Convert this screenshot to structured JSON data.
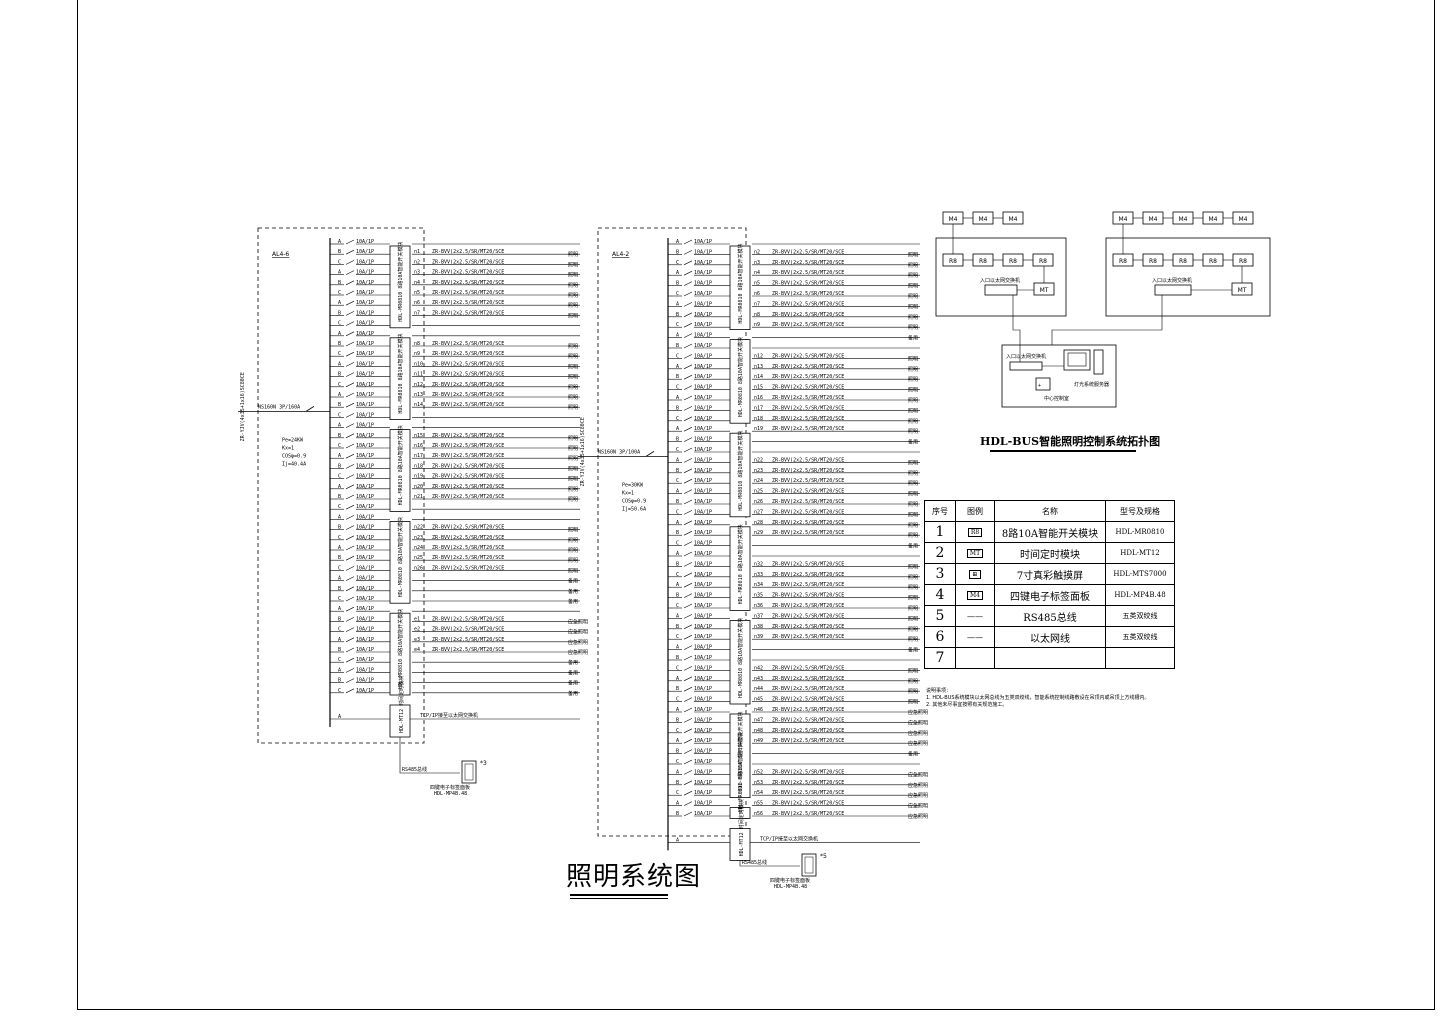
{
  "title": "照明系统图",
  "panels": [
    {
      "id": "AL4-6",
      "label": "AL4-6",
      "incoming_breaker": "NS160N  3P/160A",
      "cable": "ZR-YJV(4x35+1x16)SC80CE",
      "params": [
        "Pe=24KW",
        "Kx=1",
        "COSφ=0.9",
        "Ij=40.4A"
      ],
      "rows": [
        {
          "ph": "A",
          "brk": "10A/1P",
          "cir": "",
          "cab": "",
          "use": ""
        },
        {
          "ph": "B",
          "brk": "10A/1P",
          "cir": "n1",
          "cab": "ZR-BVV(2x2.5/SR/MT20/SCE",
          "use": "照明"
        },
        {
          "ph": "C",
          "brk": "10A/1P",
          "cir": "n2",
          "cab": "ZR-BVV(2x2.5/SR/MT20/SCE",
          "use": "照明"
        },
        {
          "ph": "A",
          "brk": "10A/1P",
          "cir": "n3",
          "cab": "ZR-BVV(2x2.5/SR/MT20/SCE",
          "use": "照明"
        },
        {
          "ph": "B",
          "brk": "10A/1P",
          "cir": "n4",
          "cab": "ZR-BVV(2x2.5/SR/MT20/SCE",
          "use": "照明"
        },
        {
          "ph": "C",
          "brk": "10A/1P",
          "cir": "n5",
          "cab": "ZR-BVV(2x2.5/SR/MT20/SCE",
          "use": "照明"
        },
        {
          "ph": "A",
          "brk": "10A/1P",
          "cir": "n6",
          "cab": "ZR-BVV(2x2.5/SR/MT20/SCE",
          "use": "照明"
        },
        {
          "ph": "B",
          "brk": "10A/1P",
          "cir": "n7",
          "cab": "ZR-BVV(2x2.5/SR/MT20/SCE",
          "use": "照明"
        },
        {
          "ph": "C",
          "brk": "10A/1P",
          "cir": "",
          "cab": "",
          "use": ""
        },
        {
          "ph": "A",
          "brk": "10A/1P",
          "cir": "",
          "cab": "",
          "use": ""
        },
        {
          "ph": "B",
          "brk": "10A/1P",
          "cir": "n8",
          "cab": "ZR-BVV(2x2.5/SR/MT20/SCE",
          "use": "照明"
        },
        {
          "ph": "C",
          "brk": "10A/1P",
          "cir": "n9",
          "cab": "ZR-BVV(2x2.5/SR/MT20/SCE",
          "use": "照明"
        },
        {
          "ph": "A",
          "brk": "10A/1P",
          "cir": "n10",
          "cab": "ZR-BVV(2x2.5/SR/MT20/SCE",
          "use": "照明"
        },
        {
          "ph": "B",
          "brk": "10A/1P",
          "cir": "n11",
          "cab": "ZR-BVV(2x2.5/SR/MT20/SCE",
          "use": "照明"
        },
        {
          "ph": "C",
          "brk": "10A/1P",
          "cir": "n12",
          "cab": "ZR-BVV(2x2.5/SR/MT20/SCE",
          "use": "照明"
        },
        {
          "ph": "A",
          "brk": "10A/1P",
          "cir": "n13",
          "cab": "ZR-BVV(2x2.5/SR/MT20/SCE",
          "use": "照明"
        },
        {
          "ph": "B",
          "brk": "10A/1P",
          "cir": "n14",
          "cab": "ZR-BVV(2x2.5/SR/MT20/SCE",
          "use": "照明"
        },
        {
          "ph": "C",
          "brk": "10A/1P",
          "cir": "",
          "cab": "",
          "use": ""
        },
        {
          "ph": "A",
          "brk": "10A/1P",
          "cir": "",
          "cab": "",
          "use": ""
        },
        {
          "ph": "B",
          "brk": "10A/1P",
          "cir": "n15",
          "cab": "ZR-BVV(2x2.5/SR/MT20/SCE",
          "use": "照明"
        },
        {
          "ph": "C",
          "brk": "10A/1P",
          "cir": "n16",
          "cab": "ZR-BVV(2x2.5/SR/MT20/SCE",
          "use": "照明"
        },
        {
          "ph": "A",
          "brk": "10A/1P",
          "cir": "n17",
          "cab": "ZR-BVV(2x2.5/SR/MT20/SCE",
          "use": "照明"
        },
        {
          "ph": "B",
          "brk": "10A/1P",
          "cir": "n18",
          "cab": "ZR-BVV(2x2.5/SR/MT20/SCE",
          "use": "照明"
        },
        {
          "ph": "C",
          "brk": "10A/1P",
          "cir": "n19",
          "cab": "ZR-BVV(2x2.5/SR/MT20/SCE",
          "use": "照明"
        },
        {
          "ph": "A",
          "brk": "10A/1P",
          "cir": "n20",
          "cab": "ZR-BVV(2x2.5/SR/MT20/SCE",
          "use": "照明"
        },
        {
          "ph": "B",
          "brk": "10A/1P",
          "cir": "n21",
          "cab": "ZR-BVV(2x2.5/SR/MT20/SCE",
          "use": "照明"
        },
        {
          "ph": "C",
          "brk": "10A/1P",
          "cir": "",
          "cab": "",
          "use": ""
        },
        {
          "ph": "A",
          "brk": "10A/1P",
          "cir": "",
          "cab": "",
          "use": ""
        },
        {
          "ph": "B",
          "brk": "10A/1P",
          "cir": "n22",
          "cab": "ZR-BVV(2x2.5/SR/MT20/SCE",
          "use": "照明"
        },
        {
          "ph": "C",
          "brk": "10A/1P",
          "cir": "n23",
          "cab": "ZR-BVV(2x2.5/SR/MT20/SCE",
          "use": "照明"
        },
        {
          "ph": "A",
          "brk": "10A/1P",
          "cir": "n24",
          "cab": "ZR-BVV(2x2.5/SR/MT20/SCE",
          "use": "照明"
        },
        {
          "ph": "B",
          "brk": "10A/1P",
          "cir": "n25",
          "cab": "ZR-BVV(2x2.5/SR/MT20/SCE",
          "use": "照明"
        },
        {
          "ph": "C",
          "brk": "10A/1P",
          "cir": "n26",
          "cab": "ZR-BVV(2x2.5/SR/MT20/SCE",
          "use": "照明"
        },
        {
          "ph": "A",
          "brk": "10A/1P",
          "cir": "",
          "cab": "",
          "use": "备用"
        },
        {
          "ph": "B",
          "brk": "10A/1P",
          "cir": "",
          "cab": "",
          "use": "备用"
        },
        {
          "ph": "C",
          "brk": "10A/1P",
          "cir": "",
          "cab": "",
          "use": "备用"
        },
        {
          "ph": "A",
          "brk": "10A/1P",
          "cir": "",
          "cab": "",
          "use": ""
        },
        {
          "ph": "B",
          "brk": "10A/1P",
          "cir": "e1",
          "cab": "ZR-BVV(2x2.5/SR/MT20/SCE",
          "use": "应急照明"
        },
        {
          "ph": "C",
          "brk": "10A/1P",
          "cir": "e2",
          "cab": "ZR-BVV(2x2.5/SR/MT20/SCE",
          "use": "应急照明"
        },
        {
          "ph": "A",
          "brk": "10A/1P",
          "cir": "e3",
          "cab": "ZR-BVV(2x2.5/SR/MT20/SCE",
          "use": "应急照明"
        },
        {
          "ph": "B",
          "brk": "10A/1P",
          "cir": "e4",
          "cab": "ZR-BVV(2x2.5/SR/MT20/SCE",
          "use": "应急照明"
        },
        {
          "ph": "C",
          "brk": "10A/1P",
          "cir": "",
          "cab": "",
          "use": "备用"
        },
        {
          "ph": "A",
          "brk": "10A/1P",
          "cir": "",
          "cab": "",
          "use": "备用"
        },
        {
          "ph": "B",
          "brk": "10A/1P",
          "cir": "",
          "cab": "",
          "use": "备用"
        },
        {
          "ph": "C",
          "brk": "10A/1P",
          "cir": "",
          "cab": "",
          "use": "备用"
        }
      ],
      "modules": [
        "HDL-MR0810 8路10A智能开关模块",
        "HDL-MR0810 8路10A智能开关模块",
        "HDL-MR0810 8路10A智能开关模块",
        "HDL-MR0810 8路10A智能开关模块",
        "HDL-MR0810 8路10A智能开关模块"
      ],
      "bottom_row": {
        "ph": "A",
        "text": "TCP/IP接至以太网交换机",
        "module": "HDL-MT12 时间定时模块"
      },
      "rs485": "RS485总线",
      "device": "四键电子标签面板",
      "device_model": "HDL-MP4B.48",
      "qty": "*3"
    },
    {
      "id": "AL4-2",
      "label": "AL4-2",
      "incoming_breaker": "NS160N  3P/100A",
      "cable": "ZR-YJV(4x35+1x16)SC80CE",
      "params": [
        "Pe=30KW",
        "Kx=1",
        "COSφ=0.9",
        "Ij=50.6A"
      ],
      "rows_count": 56,
      "bottom_row": {
        "ph": "A",
        "text": "TCP/IP接至以太网交换机",
        "module": "HDL-MT12 时间定时模块"
      },
      "rs485": "RS485总线",
      "device": "四键电子标签面板",
      "device_model": "HDL-MP4B.48",
      "qty": "*5"
    }
  ],
  "topology": {
    "title": "HDL-BUS智能照明控制系统拓扑图",
    "left": {
      "m4": [
        "M4",
        "M4",
        "M4"
      ],
      "r8": [
        "R8",
        "R8",
        "R8",
        "R8"
      ],
      "switch": "入口以太网交换机",
      "mt": "MT"
    },
    "right": {
      "m4": [
        "M4",
        "M4",
        "M4",
        "M4",
        "M4"
      ],
      "r8": [
        "R8",
        "R8",
        "R8",
        "R8",
        "R8"
      ],
      "switch": "入口以太网交换机",
      "mt": "MT"
    },
    "center": {
      "switch": "入口以太网交换机",
      "server": "灯光系统服务器",
      "room": "中心控制室"
    }
  },
  "legend": {
    "headers": [
      "序号",
      "图例",
      "名称",
      "型号及规格"
    ],
    "rows": [
      {
        "no": "1",
        "sym": "R8",
        "name": "8路10A智能开关模块",
        "model": "HDL-MR0810"
      },
      {
        "no": "2",
        "sym": "MT",
        "name": "时间定时模块",
        "model": "HDL-MT12"
      },
      {
        "no": "3",
        "sym": "⊞",
        "name": "7寸真彩触摸屏",
        "model": "HDL-MTS7000"
      },
      {
        "no": "4",
        "sym": "M4",
        "name": "四键电子标签面板",
        "model": "HDL-MP4B.48"
      },
      {
        "no": "5",
        "sym": "——",
        "name": "RS485总线",
        "model": "五类双绞线"
      },
      {
        "no": "6",
        "sym": "——",
        "name": "以太网线",
        "model": "五类双绞线"
      },
      {
        "no": "7",
        "sym": "",
        "name": "",
        "model": ""
      }
    ],
    "notes": [
      "说明事项：",
      "1. HDL-BUS系统模块以太网总线为五类双绞线，智能系统控制线路敷设在吊顶内或吊顶上方线槽内。",
      "2. 其他未尽事宜按照有关规范施工。"
    ]
  }
}
